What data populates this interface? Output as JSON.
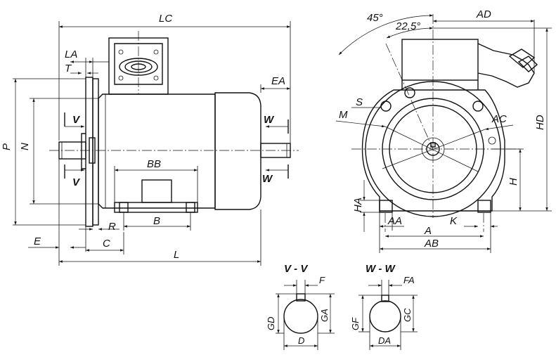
{
  "labels": {
    "LC": "LC",
    "LA": "LA",
    "T": "T",
    "EA": "EA",
    "P": "P",
    "N": "N",
    "V_upper": "V",
    "V_lower": "V",
    "W_upper": "W",
    "W_lower": "W",
    "BB": "BB",
    "R": "R",
    "B": "B",
    "E": "E",
    "C": "C",
    "L": "L",
    "angle45": "45°",
    "angle225": "22,5°",
    "AD": "AD",
    "S": "S",
    "M": "M",
    "AC": "AC",
    "HD": "HD",
    "H": "H",
    "HA": "HA",
    "AA": "AA",
    "K": "K",
    "A": "A",
    "AB": "AB",
    "sectionVV": "V - V",
    "F": "F",
    "GD": "GD",
    "GA": "GA",
    "D": "D",
    "sectionWW": "W - W",
    "FA": "FA",
    "GF": "GF",
    "GC": "GC",
    "DA": "DA"
  }
}
